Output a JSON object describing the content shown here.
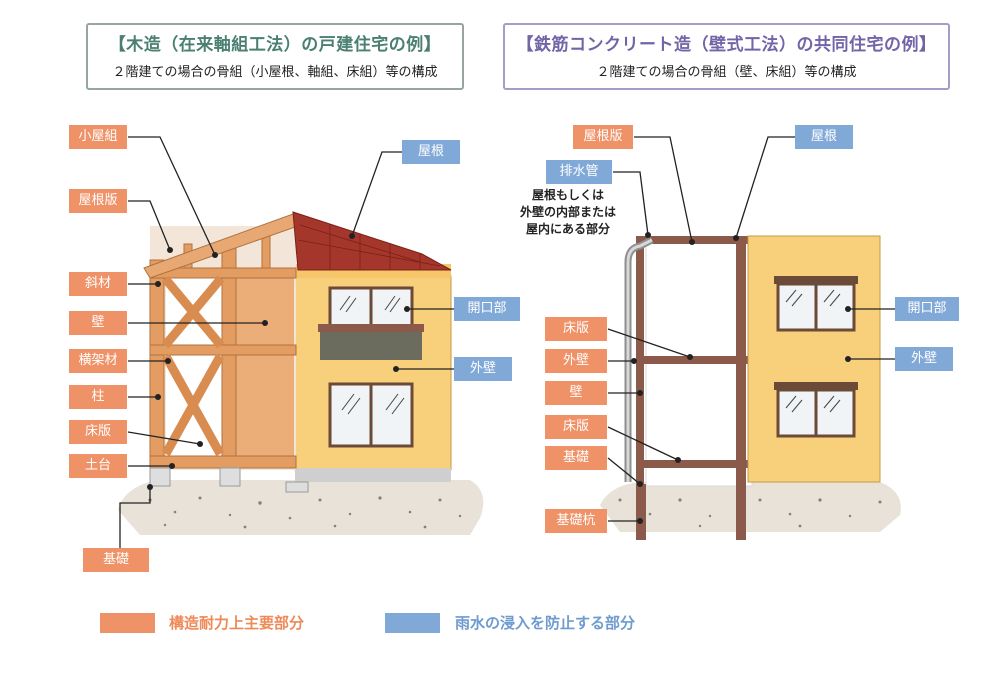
{
  "colors": {
    "structural": "#ef9268",
    "waterproof": "#81a9d7",
    "wall": "#f8d07c",
    "timber": "#e8a873",
    "roof": "#a5362c",
    "window": "#f0f4f6",
    "ground": "#e8e2d8",
    "concrete": "#8c5a4a"
  },
  "left_panel": {
    "title": "【木造（在来軸組工法）の戸建住宅の例】",
    "subtitle": "２階建ての場合の骨組（小屋根、軸組、床組）等の構成",
    "labels": {
      "koyagumi": "小屋組",
      "yanebata": "屋根版",
      "shazai": "斜材",
      "kabe": "壁",
      "yokogazai": "横架材",
      "hashira": "柱",
      "yukaban": "床版",
      "dodai": "土台",
      "kiso": "基礎",
      "yane": "屋根",
      "kaikoubu": "開口部",
      "gaiheki": "外壁"
    }
  },
  "right_panel": {
    "title": "【鉄筋コンクリート造（壁式工法）の共同住宅の例】",
    "subtitle": "２階建ての場合の骨組（壁、床組）等の構成",
    "labels": {
      "yanebata": "屋根版",
      "haisuikan": "排水管",
      "yukaban1": "床版",
      "gaiheki_left": "外壁",
      "kabe": "壁",
      "yukaban2": "床版",
      "kiso": "基礎",
      "kisokui": "基礎杭",
      "yane": "屋根",
      "kaikoubu": "開口部",
      "gaiheki": "外壁"
    },
    "note": [
      "屋根もしくは",
      "外壁の内部または",
      "屋内にある部分"
    ]
  },
  "legend": {
    "structural": "構造耐力上主要部分",
    "waterproof": "雨水の浸入を防止する部分"
  }
}
